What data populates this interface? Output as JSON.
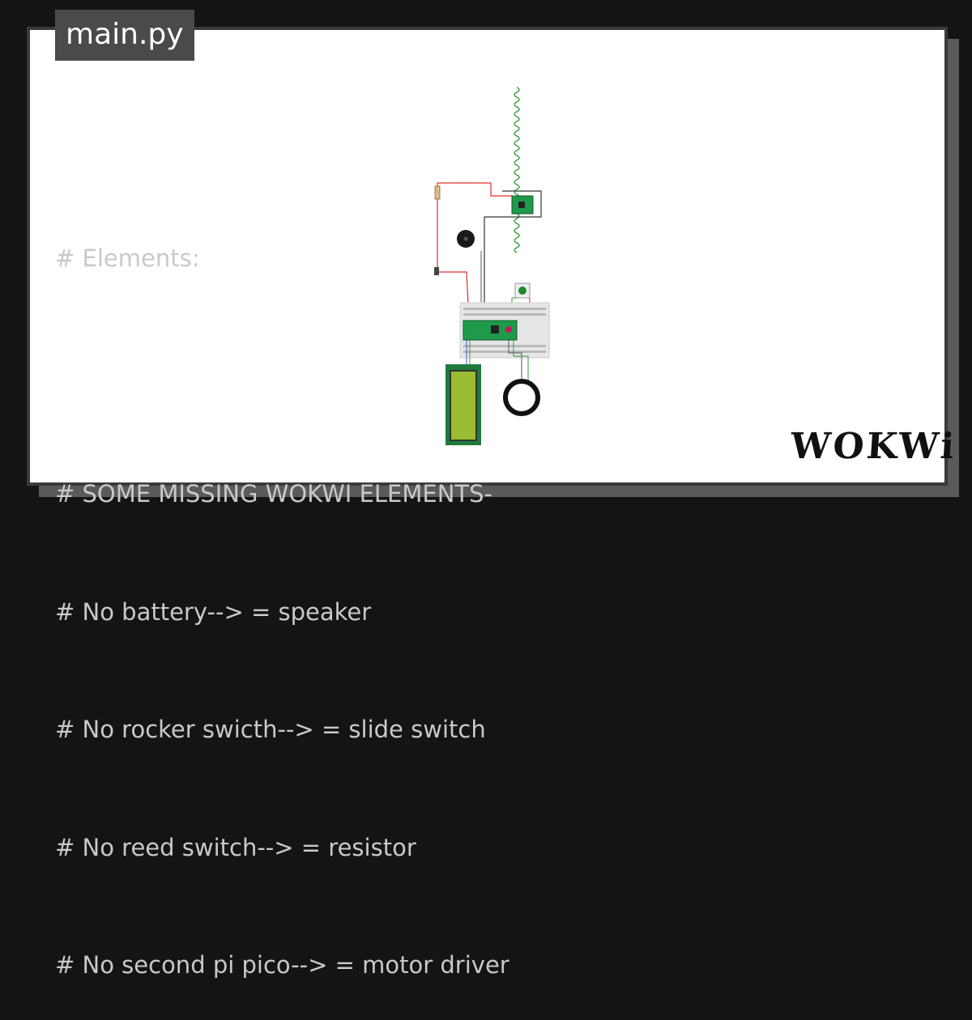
{
  "tab": {
    "label": "main.py"
  },
  "code_lines": [
    "# Elements:",
    "",
    "# SOME MISSING WOKWI ELEMENTS-",
    "# No battery--> = speaker",
    "# No rocker swicth--> = slide switch",
    "# No reed switch--> = resistor",
    "# No second pi pico--> = motor driver"
  ],
  "logo": {
    "text": "WOKWi"
  },
  "colors": {
    "background": "#141414",
    "card": "#ffffff",
    "tab": "#4a4a4a",
    "code_text": "#c9c9c9",
    "pcb_green": "#1f9a4a",
    "lcd_green": "#9bbb30",
    "wire_red": "#e0302a",
    "wire_green": "#3a9a3a"
  }
}
